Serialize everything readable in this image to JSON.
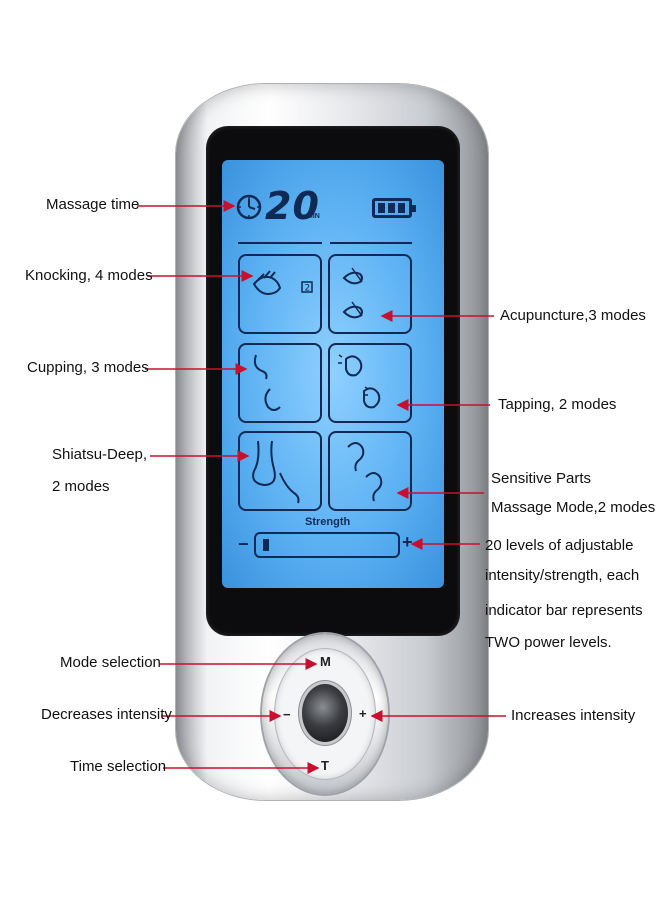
{
  "device": {
    "timer_value": "20",
    "timer_unit": "MIN",
    "strength_label": "Strength",
    "minus_sign": "−",
    "plus_sign": "+",
    "strength_level_fraction": 0.05,
    "button_labels": {
      "mode": "M",
      "decrease": "−",
      "increase": "+",
      "time": "T"
    }
  },
  "mode_icons": [
    {
      "name": "knocking",
      "icon": "hand-icon",
      "badge": "2"
    },
    {
      "name": "acupuncture",
      "icon": "needle-hand-icon"
    },
    {
      "name": "cupping",
      "icon": "cup-icon"
    },
    {
      "name": "tapping",
      "icon": "head-icon"
    },
    {
      "name": "shiatsu-deep",
      "icon": "foot-icon"
    },
    {
      "name": "sensitive-parts",
      "icon": "ear-icon"
    }
  ],
  "callouts": {
    "massage_time": "Massage time",
    "knocking": "Knocking, 4 modes",
    "acupuncture": "Acupuncture,3 modes",
    "cupping": "Cupping, 3 modes",
    "tapping": "Tapping, 2 modes",
    "shiatsu_line1": "Shiatsu-Deep,",
    "shiatsu_line2": "2 modes",
    "sensitive_line1": "Sensitive Parts",
    "sensitive_line2": "Massage Mode,2 modes",
    "levels_line1": "20 levels of adjustable",
    "levels_line2": "intensity/strength, each",
    "levels_line3": "indicator bar represents",
    "levels_line4": "TWO power levels.",
    "mode_selection": "Mode selection",
    "decreases": "Decreases intensity",
    "increases": "Increases intensity",
    "time_selection": "Time selection"
  },
  "colors": {
    "arrow": "#c8102e",
    "lcd_ink": "#0e2a55",
    "lcd_backlight": "#6cbcf6"
  }
}
